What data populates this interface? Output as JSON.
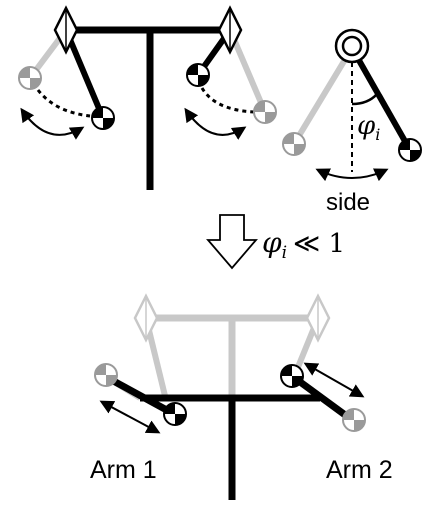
{
  "colors": {
    "dark": "#000000",
    "light": "#c8c8c8",
    "mass_dark": "#000000",
    "mass_light": "#9a9a9a"
  },
  "icons": {
    "pivot_joint": "diamond-joint-icon",
    "pivot_circle": "double-circle-pivot-icon",
    "mass": "quartered-circle-mass-icon",
    "motion": "curved-double-arrow-icon",
    "reduction": "down-arrow-icon"
  },
  "side_view": {
    "angle_symbol": "φ",
    "angle_subscript": "i",
    "label": "side"
  },
  "transition": {
    "phi": "φ",
    "sub": "i",
    "relation": "≪ 1"
  },
  "arms": {
    "arm1_label": "Arm 1",
    "arm2_label": "Arm 2"
  }
}
